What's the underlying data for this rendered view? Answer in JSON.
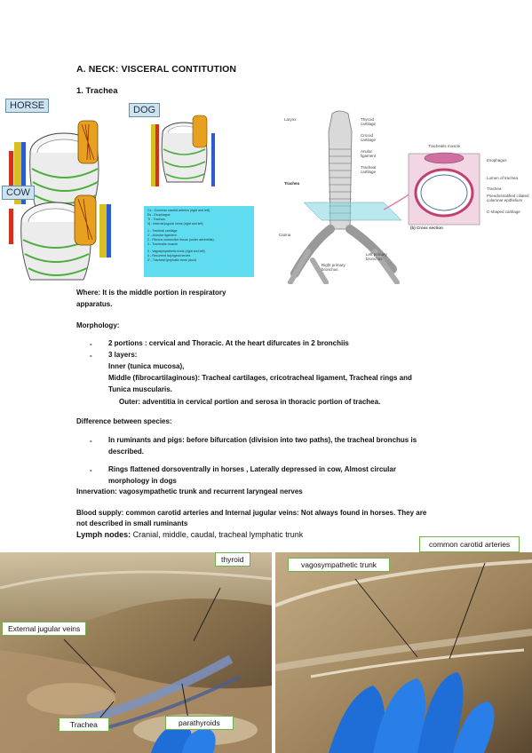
{
  "heading": "A. NECK: VISCERAL CONTITUTION",
  "subheading": "1. Trachea",
  "figure_left": {
    "species_labels": [
      "HORSE",
      "DOG",
      "COW"
    ],
    "legend_lines": [
      "Cc - Common carotid arteries (right and left)",
      "Es - Esophagus",
      "Tr - Trachea",
      "Vj - Internal jugular veins (right and left)",
      "",
      "1 - Tracheal cartilage",
      "1' - Annular ligament",
      "2 - Fibrous connective tissue (under adventitia)",
      "3 - Trachealis muscle",
      "",
      "3 - Vagosympathetic trunk (right and left)",
      "4 - Recurrent laryngeal nerves",
      "4' - Tracheal lymphatic trunk (duct)"
    ]
  },
  "figure_right": {
    "labels": [
      "Larynx",
      "Thyroid cartilage",
      "Cricoid cartilage",
      "Anular ligament",
      "Tracheal cartilage",
      "Trachea",
      "Carina",
      "Left primary bronchus",
      "Right primary bronchus",
      "Trachealis muscle",
      "Esophagus",
      "Lumen of trachea",
      "Trachea",
      "Pseudostratified ciliated columnar epithelium",
      "C-shaped cartilage",
      "(b) Cross section"
    ]
  },
  "where": {
    "label": "Where:",
    "text_line1": " It is the middle portion in respiratory",
    "text_line2": "apparatus."
  },
  "morphology": {
    "title": "Morphology:",
    "item1": "2 portions : cervical and Thoracic. At the heart difurcates in 2 bronchiis",
    "item2": "3 layers:",
    "inner": "Inner (tunica mucosa),",
    "middle_line1": "Middle (fibrocartilaginous): Tracheal cartilages, cricotracheal ligament, Tracheal rings and",
    "middle_line2": "Tunica muscularis.",
    "outer": "Outer: adventitia in cervical portion and serosa in thoracic portion of trachea."
  },
  "difference": {
    "title": "Difference between species:",
    "item1_line1": "In ruminants and pigs: before bifurcation (division into two paths), the tracheal bronchus is",
    "item1_line2": "described.",
    "item2_line1": "Rings flattened dorsoventrally in horses , Laterally depressed in cow, Almost circular",
    "item2_line2": "morphology in dogs"
  },
  "innervation": "Innervation: vagosympathetic trunk and recurrent laryngeal nerves",
  "blood": {
    "line1": "Blood supply: common carotid arteries and Internal jugular veins: Not always found in horses. They are",
    "line2": "not described in small ruminants"
  },
  "lymph": {
    "label": "Lymph nodes:",
    "text": " Cranial, middle, caudal, tracheal lymphatic trunk"
  },
  "photo_labels": {
    "thyroid": "thyroid",
    "external_jugular": "External jugular veins",
    "trachea": "Trachea",
    "parathyroids": "parathyroids",
    "common_carotid": "common carotid arteries",
    "vagosympathetic": "vagosympathetic trunk"
  },
  "dash": "-"
}
